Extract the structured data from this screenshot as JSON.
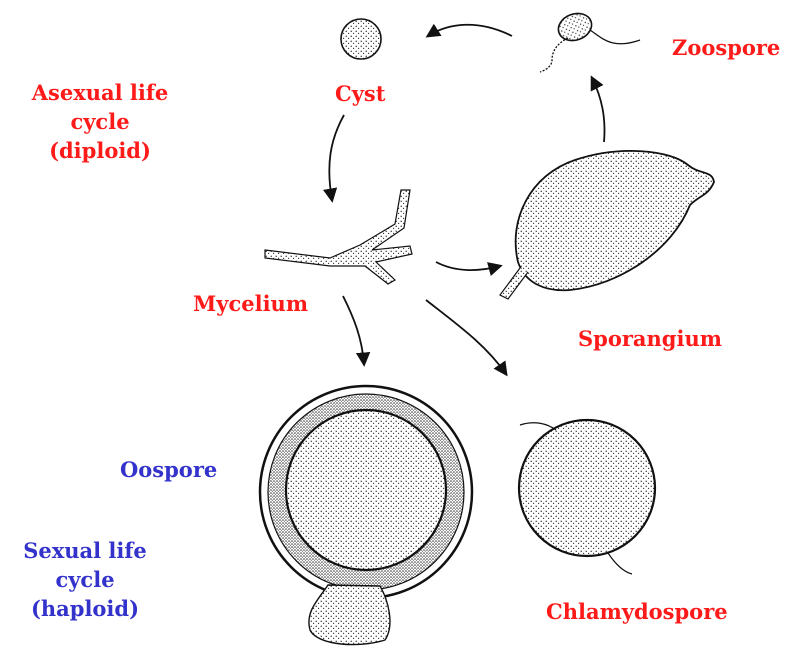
{
  "colors": {
    "asexual": "#ff1a1a",
    "sexual": "#3333cc",
    "ink": "#111111"
  },
  "labels": {
    "asexual_title": "Asexual life",
    "asexual_line2": "cycle",
    "asexual_line3": "(diploid)",
    "cyst": "Cyst",
    "zoospore": "Zoospore",
    "mycelium": "Mycelium",
    "sporangium": "Sporangium",
    "oospore": "Oospore",
    "sexual_title": "Sexual life",
    "sexual_line2": "cycle",
    "sexual_line3": "(haploid)",
    "chlamydospore": "Chlamydospore"
  }
}
